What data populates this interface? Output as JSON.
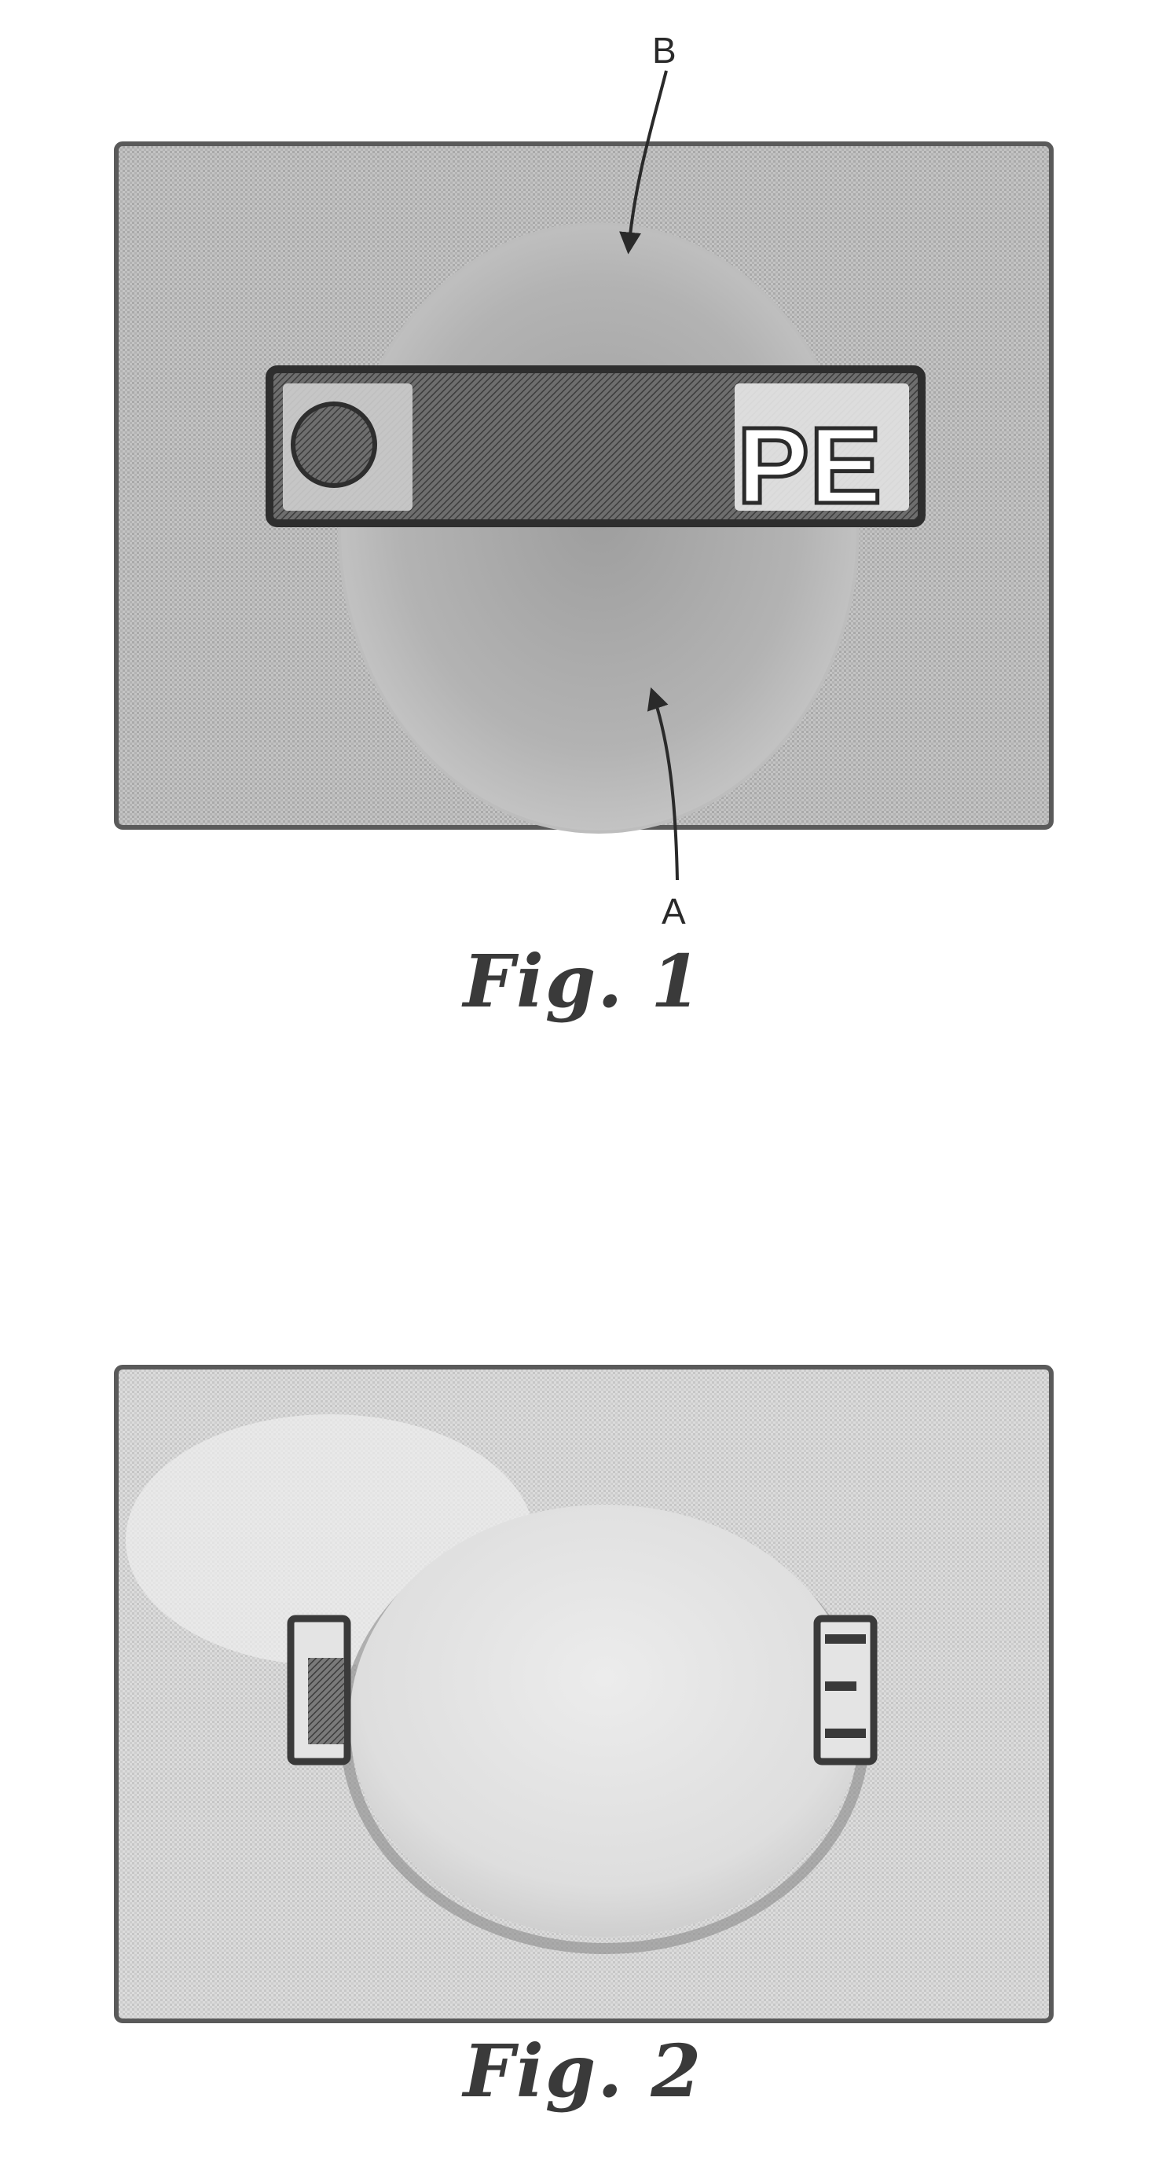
{
  "figures": [
    {
      "id": "fig-1",
      "caption": "Fig. 1",
      "reference_labels": {
        "top": "B",
        "bottom": "A"
      },
      "label_lettering_visible": "PE"
    },
    {
      "id": "fig-2",
      "caption": "Fig. 2"
    }
  ],
  "colors": {
    "background_panel": "#b9b9b9",
    "label_band": "#555555",
    "circle_light": "#e2e2e2"
  }
}
